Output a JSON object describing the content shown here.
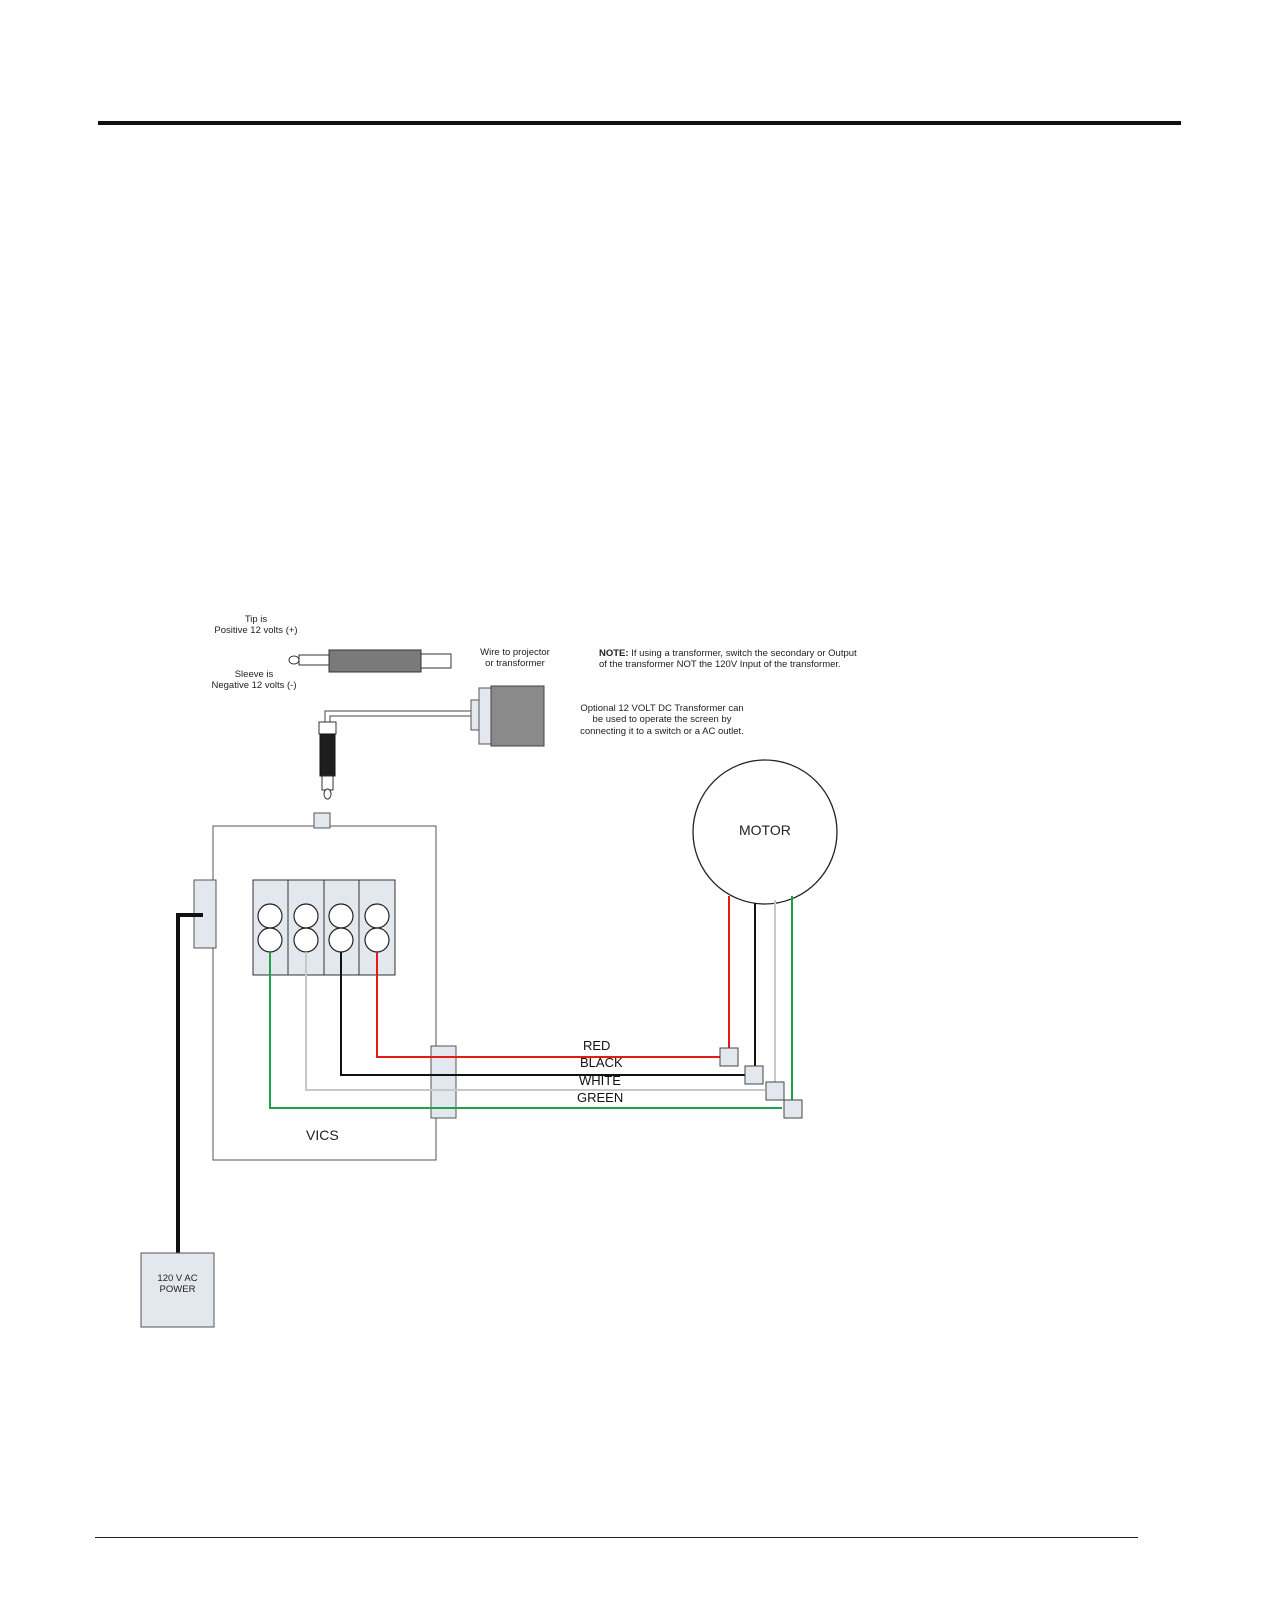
{
  "diagram": {
    "tip_label": "Tip is",
    "tip_value": "Positive 12 volts (+)",
    "sleeve_label": "Sleeve is",
    "sleeve_value": "Negative 12 volts (-)",
    "wire_label_line1": "Wire to projector",
    "wire_label_line2": "or transformer",
    "note_prefix": "NOTE:",
    "note_line1": " If using a transformer, switch the secondary or Output",
    "note_line2": "of the transformer NOT the 120V Input of the transformer.",
    "optional_line1": "Optional 12 VOLT DC Transformer can",
    "optional_line2": "be used to operate the screen by",
    "optional_line3": "connecting it to a switch or a AC outlet.",
    "motor_label": "MOTOR",
    "vics_label": "VICS",
    "power_line1": "120 V AC",
    "power_line2": "POWER",
    "wires": [
      {
        "label": "RED",
        "color": "#e31b1b"
      },
      {
        "label": "BLACK",
        "color": "#111111"
      },
      {
        "label": "WHITE",
        "color": "#c8c8c8"
      },
      {
        "label": "GREEN",
        "color": "#1aa34a"
      }
    ]
  }
}
